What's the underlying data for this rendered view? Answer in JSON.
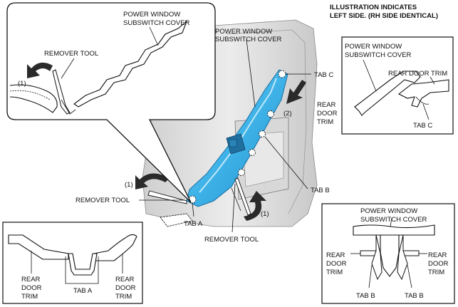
{
  "header": {
    "line1": "ILLUSTRATION INDICATES",
    "line2": "LEFT SIDE. (RH SIDE IDENTICAL)"
  },
  "main": {
    "cover_label": [
      "POWER WINDOW",
      "SUBSWITCH COVER"
    ],
    "tab_c": "TAB C",
    "step2": "(2)",
    "rear_door_trim": [
      "REAR",
      "DOOR",
      "TRIM"
    ],
    "tab_b": "TAB B",
    "step1_left": "(1)",
    "remover_tool_left": "REMOVER TOOL",
    "tab_a": "TAB A",
    "step1_bottom": "(1)",
    "remover_tool_bottom": "REMOVER TOOL"
  },
  "callout_top_left": {
    "cover_label": [
      "POWER WINDOW",
      "SUBSWITCH COVER"
    ],
    "remover_tool": "REMOVER TOOL",
    "step1": "(1)"
  },
  "detail_tab_c": {
    "cover_label": [
      "POWER WINDOW",
      "SUBSWITCH COVER"
    ],
    "rear_door_trim": "REAR DOOR TRIM",
    "tab_c": "TAB C"
  },
  "detail_tab_a": {
    "left_trim": [
      "REAR",
      "DOOR",
      "TRIM"
    ],
    "right_trim": [
      "REAR",
      "DOOR",
      "TRIM"
    ],
    "tab_a": "TAB A"
  },
  "detail_tab_b": {
    "cover_label": [
      "POWER WINDOW",
      "SUBSWITCH COVER"
    ],
    "left_trim": [
      "REAR",
      "DOOR",
      "TRIM"
    ],
    "right_trim": [
      "REAR",
      "DOOR",
      "TRIM"
    ],
    "tab_b_left": "TAB B",
    "tab_b_right": "TAB B"
  },
  "colors": {
    "cover_fill": "#3fb3e8",
    "cover_highlight": "#9fd9f4",
    "door_fill": "#e2e2e2",
    "arrow_fill": "#2a2a2a"
  }
}
